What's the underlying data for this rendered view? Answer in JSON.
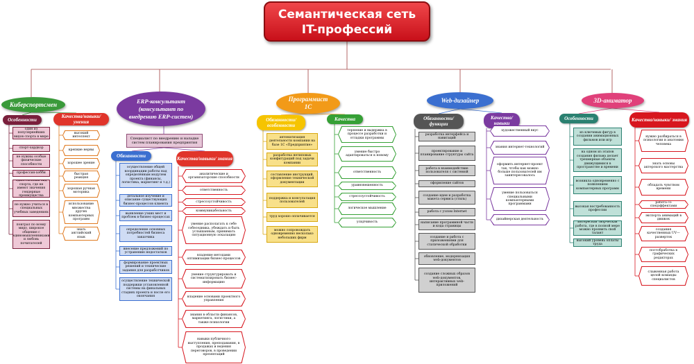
{
  "title": {
    "line1": "Семантическая сеть",
    "line2": "IT-профессий"
  },
  "colors": {
    "title": "#d7161e",
    "cyber": "#3a9a3a",
    "erp": "#7b3aa0",
    "prog": "#f29a18",
    "web": "#3b6fd0",
    "anim": "#e0407a",
    "maroon": "#7a1f3c",
    "teal": "#2a8070"
  },
  "categories": {
    "cyber": {
      "label": "Киберспортсмен",
      "features_label": "Особенности",
      "features": [
        "один из популярнейших видов спорта в мире",
        "спорт-хардкор",
        "не нужны особые физические способности",
        "профессия-хобби",
        "единственный вид спорта, где не имеют значения гендерные преимущества",
        "не нужно учиться в специальных учебных заведениях",
        "поиграл по всему миру, широкое общение с единомышленниками и любовь почитателей"
      ],
      "skills_label": "Качества/навыки/ умения",
      "skills": [
        "высокий интеллект",
        "крепкие нервы",
        "хорошее зрение",
        "быстрая реакция",
        "хорошая ручная моторика",
        "использование множества других компьютерных программ",
        "знать английский язык"
      ]
    },
    "erp": {
      "label": "ERP-консультант (консультант по внедрению ERP-систем)",
      "spec": "Специалист по внедрению и наладке систем планирования предприятия",
      "duties_label": "Обязанности",
      "duties": [
        "осуществление общей координации работы над определённым модулем проекта (финансы, логистика, маркетинг и т.д.)",
        "детальное изучение и описание существующих бизнес-процессов клиента",
        "выявление узких мест и проблем в бизнес-процессах",
        "определение основных потребностей бизнеса заказчика",
        "внесение предложений по устранению недостатков",
        "формирование проектных решений и технические задания для разработчиков",
        "осуществление технической поддержки установленной системы на финальных стадиях проекта и после его окончания"
      ],
      "skills_label": "Качества/навыки/ знания",
      "skills": [
        "аналитические и организаторские способности",
        "ответственность",
        "стрессоустойчивость",
        "коммуникабельность",
        "умение располагать к себе собеседника, убеждать и быть услышанным, принимать ситуационную эскалацию",
        "владение методами оптимизации бизнес-процессов",
        "умение структурировать и систематизировать бизнес-информацию",
        "владение основами проектного управления",
        "знания в области финансов, маркетинга, логистики, а также психологии",
        "навыки публичного выступления, преподавания, в продажах и ведения переговоров, в проведении презентаций"
      ]
    },
    "prog": {
      "label": "Программист 1С",
      "duties_label": "Обязанности/ особенности",
      "duties": [
        "автоматизация деятельности компании на базе 1С «Предприятие»",
        "разработка нетиповых конфигураций под задачи компании",
        "составление инструкций, оформление технической документации",
        "поддержка и консультация пользователей",
        "труд хорошо оплачивается",
        "можно сопровождать одновременно несколько небольших фирм"
      ],
      "skills_label": "Качества",
      "skills": [
        "терпение и выдержка в процессе разработки и отладки программы",
        "умение быстро адаптироваться к новому",
        "ответственность",
        "уравновешенность",
        "стрессоустойчивость",
        "логическое мышление",
        "усидчивость"
      ]
    },
    "web": {
      "label": "Web-дизайнер",
      "duties_label": "Обязанности/ функции",
      "duties": [
        "разработка интерфейса и навигаций",
        "проектирование и планирование структуры сайта",
        "работа в взаимодействие пользователя с системой",
        "оформление сайтов",
        "создание идеи и разработка макета сервиса (стиль)",
        "работа с узлом Internet",
        "написание программной части и кода страницы",
        "создание и работа с приложениями для статической обработки",
        "обновление, модернизация web-документов",
        "создание сложных образов web-документов, интерактивных web-приложений"
      ],
      "skills_label": "Качества/ навыки",
      "skills": [
        "художественный вкус",
        "знания интернет-технологий",
        "оформить интернет-проект так, чтобы как можно больше пользователей им заинтересовалось",
        "умение пользоваться специальными компьютерными программами",
        "дизайнерская деятельность"
      ]
    },
    "anim": {
      "label": "3D-аниматор",
      "features_label": "Особенности",
      "features": [
        "из ключевых фигур в создании анимационных фильмов или игр",
        "на одном из этапов создания фильма делает трехмерные объекты движущимися в пространстве и времени",
        "возникла одновременно с появлением компьютерных программ",
        "высокая востребованность профессии",
        "интересная творческая работа, где в полной мере можно проявить свой талант",
        "высокий уровень оплаты труда"
      ],
      "skills_label": "Качества/навыки/ знания",
      "skills": [
        "нужно разбираться в психологии и анатомии человека",
        "знать основы актерского мастерства",
        "обладать чувством времени",
        "работа со спецэффектами",
        "экспорта анимаций в движок",
        "создания качественных UV—разверток",
        "постобработка в графических редакторах",
        "слаженная работа целой команды специалистов"
      ]
    }
  }
}
